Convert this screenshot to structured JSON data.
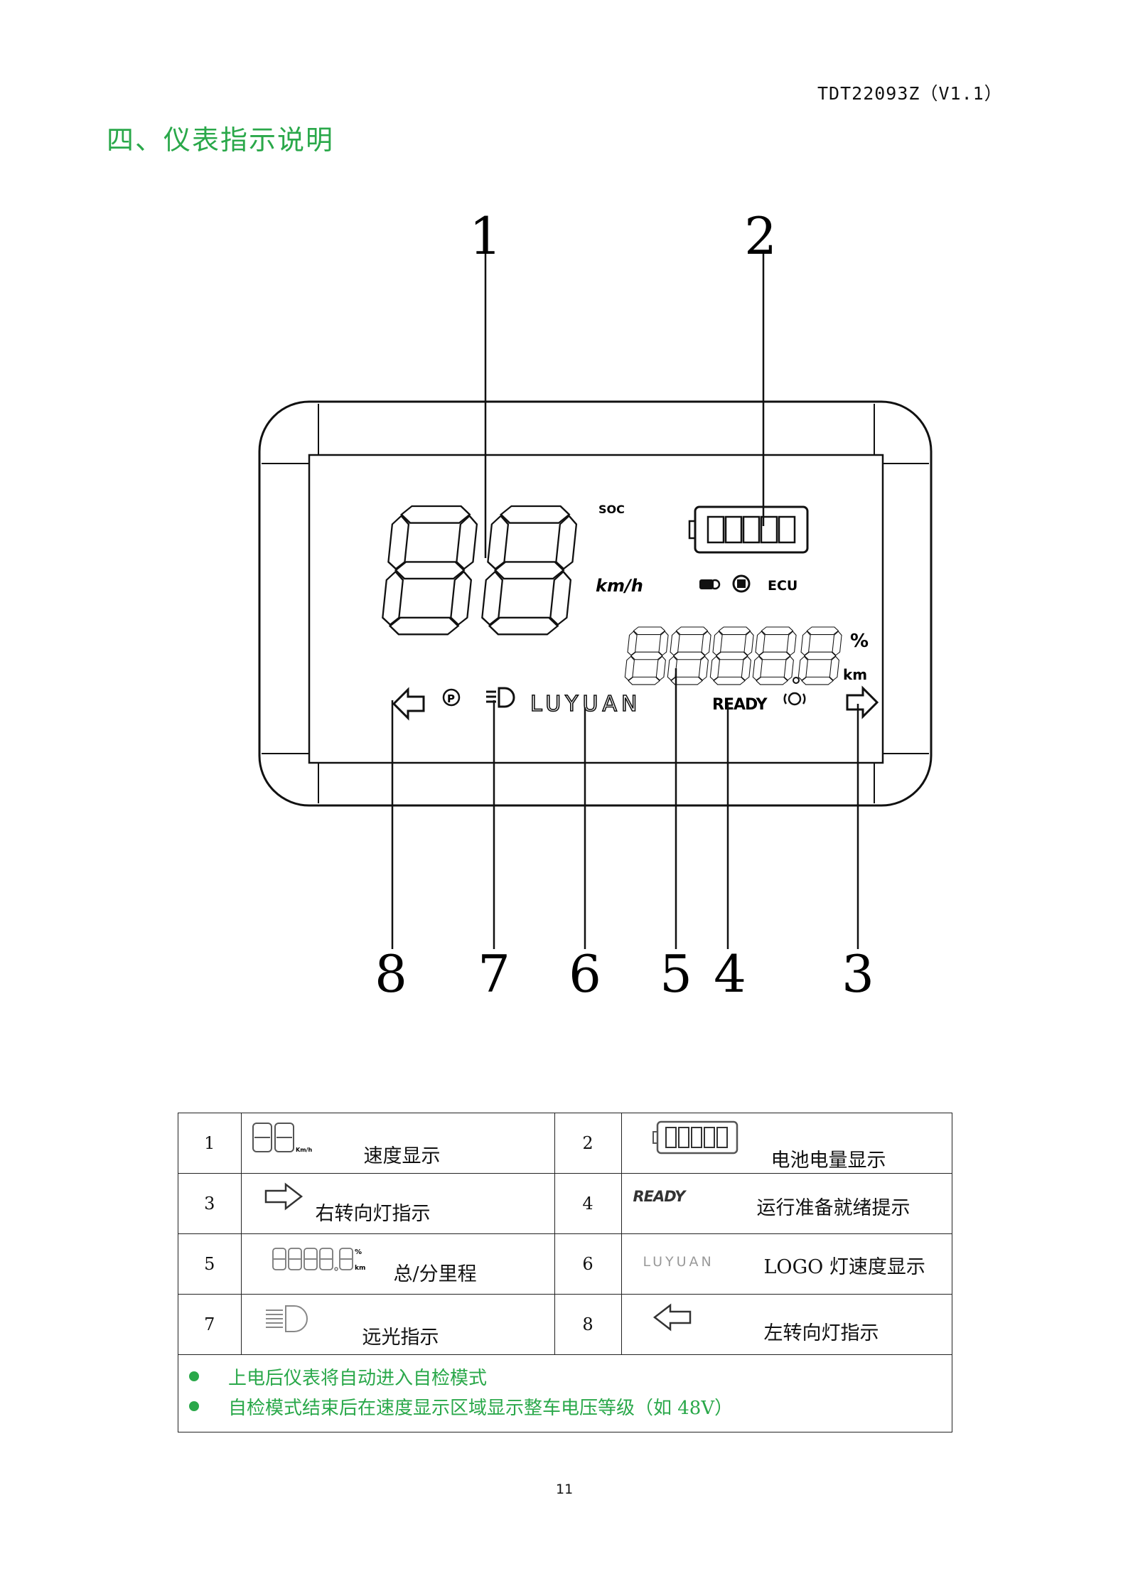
{
  "header": {
    "doc_code": "TDT22093Z（V1.1）"
  },
  "section": {
    "title": "四、仪表指示说明"
  },
  "display": {
    "soc_label": "SOC",
    "speed_unit": "km/h",
    "ecu_label": "ECU",
    "percent_label": "%",
    "km_label": "km",
    "brand_logo": "LUYUAN",
    "ready_label": "READY",
    "parking_symbol": "P"
  },
  "callouts": [
    "1",
    "2",
    "8",
    "7",
    "6",
    "5",
    "4",
    "3"
  ],
  "legend": {
    "rows": [
      [
        {
          "num": "1",
          "icon": "speed-digits-icon",
          "label": "速度显示"
        },
        {
          "num": "2",
          "icon": "battery-level-icon",
          "label": "电池电量显示"
        }
      ],
      [
        {
          "num": "3",
          "icon": "right-arrow-icon",
          "label": "右转向灯指示"
        },
        {
          "num": "4",
          "icon": "ready-icon",
          "label": "运行准备就绪提示"
        }
      ],
      [
        {
          "num": "5",
          "icon": "odometer-digits-icon",
          "label": "总/分里程"
        },
        {
          "num": "6",
          "icon": "luyuan-logo-icon",
          "label": "LOGO 灯速度显示"
        }
      ],
      [
        {
          "num": "7",
          "icon": "high-beam-icon",
          "label": "远光指示"
        },
        {
          "num": "8",
          "icon": "left-arrow-icon",
          "label": "左转向灯指示"
        }
      ]
    ],
    "notes": [
      "上电后仪表将自动进入自检模式",
      "自检模式结束后在速度显示区域显示整车电压等级（如 48V）"
    ],
    "icon_texts": {
      "kmh_small": "Km/h",
      "ready_small": "READY",
      "logo_small": "LUYUAN",
      "pct_small": "%",
      "km_small": "km"
    }
  },
  "page": {
    "number": "11"
  },
  "colors": {
    "accent_green": "#2aa84a",
    "line": "#222222"
  }
}
